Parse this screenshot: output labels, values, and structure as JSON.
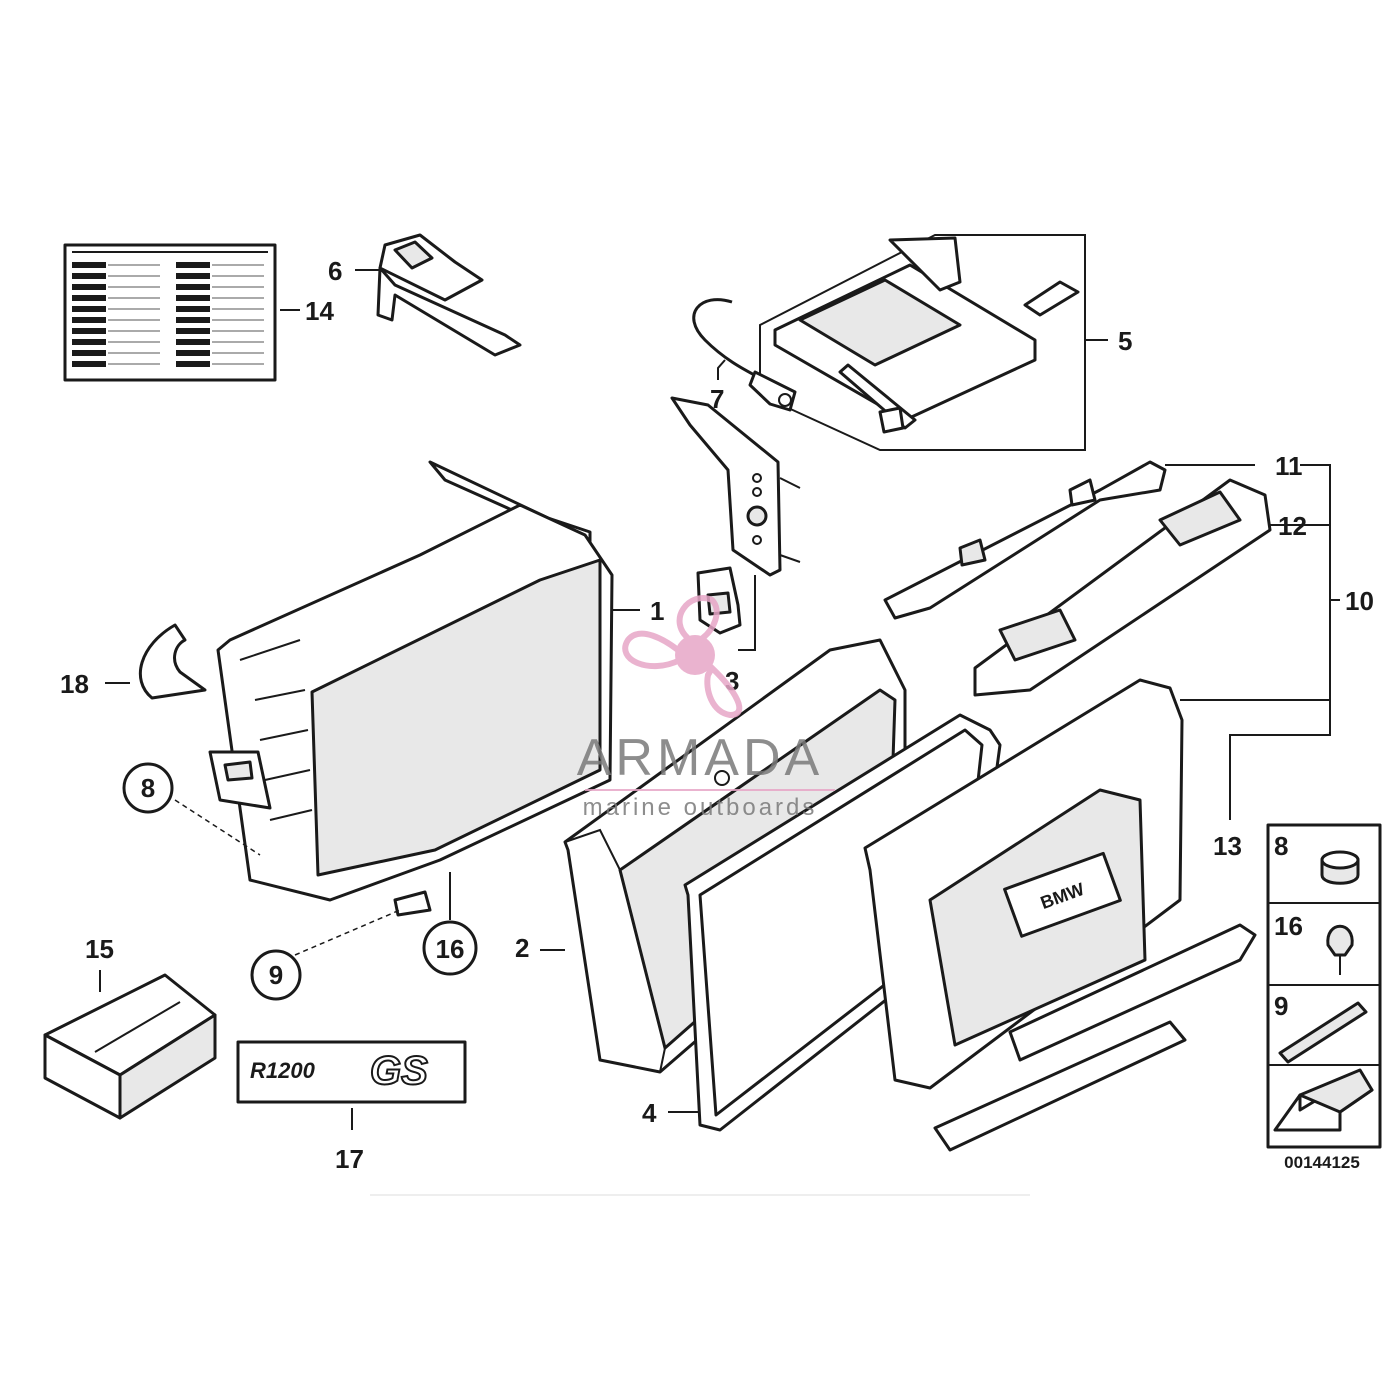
{
  "callouts": {
    "c1": "1",
    "c2": "2",
    "c3": "3",
    "c4": "4",
    "c5": "5",
    "c6": "6",
    "c7": "7",
    "c8": "8",
    "c9": "9",
    "c10": "10",
    "c11": "11",
    "c12": "12",
    "c13": "13",
    "c14": "14",
    "c15": "15",
    "c16": "16",
    "c17": "17",
    "c18": "18"
  },
  "legend": {
    "l8": "8",
    "l16": "16",
    "l9": "9"
  },
  "diagram_code": "00144125",
  "lid_badge": "BMW",
  "emblem": {
    "model": "R1200",
    "suffix": "GS"
  },
  "watermark": {
    "brand": "ARMADA",
    "tagline": "marine outboards",
    "colors": {
      "accent": "#e7a6c7",
      "text": "#7a7a7a"
    }
  }
}
